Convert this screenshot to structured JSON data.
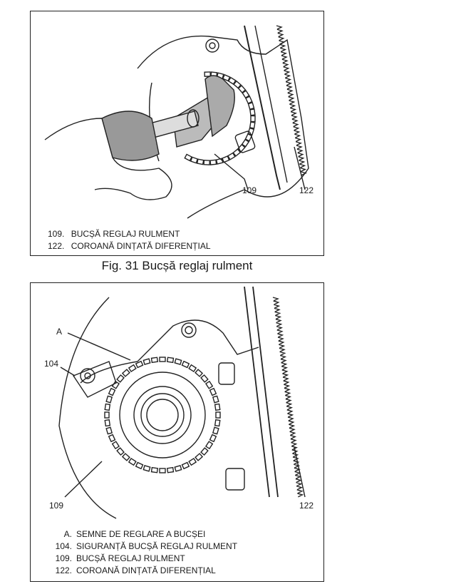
{
  "figure31": {
    "caption": "Fig. 31 Bucșă reglaj rulment",
    "callouts": {
      "c109": "109",
      "c122": "122"
    },
    "legend": [
      {
        "num": "109.",
        "text": "BUCȘĂ REGLAJ RULMENT"
      },
      {
        "num": "122.",
        "text": "COROANĂ DINȚATĂ DIFERENȚIAL"
      }
    ]
  },
  "figure32": {
    "callouts": {
      "cA": "A",
      "c104": "104",
      "c109": "109",
      "c122": "122"
    },
    "legend": [
      {
        "num": "A.",
        "text": "SEMNE DE REGLARE A BUCȘEI"
      },
      {
        "num": "104.",
        "text": "SIGURANȚĂ BUCȘĂ REGLAJ RULMENT"
      },
      {
        "num": "109.",
        "text": "BUCȘĂ REGLAJ RULMENT"
      },
      {
        "num": "122.",
        "text": "COROANĂ DINȚATĂ DIFERENȚIAL"
      }
    ]
  }
}
